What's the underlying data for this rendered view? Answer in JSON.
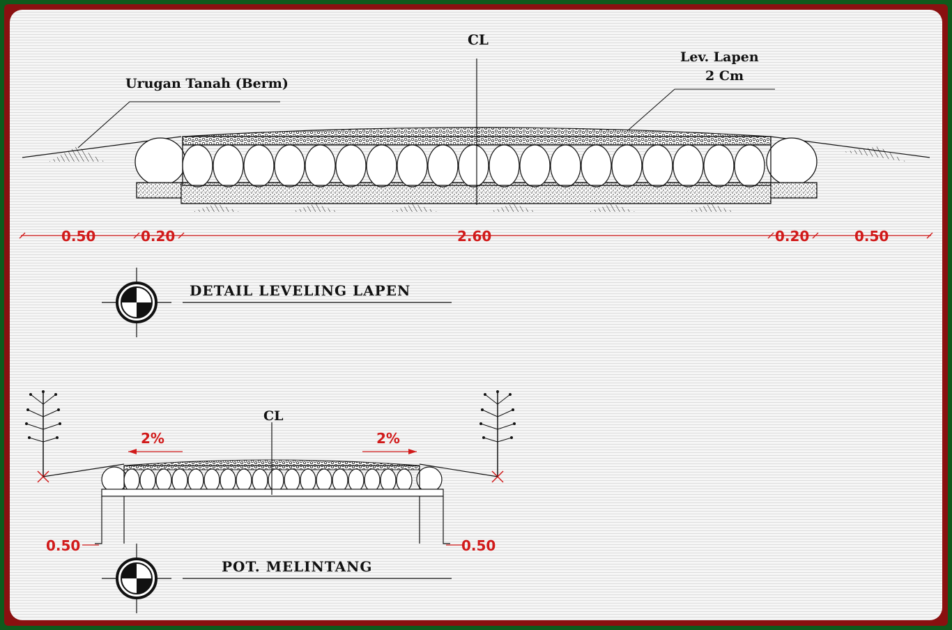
{
  "detail": {
    "cl_mark": "CL",
    "berm_label": "Urugan Tanah (Berm)",
    "lapen_label_1": "Lev.  Lapen",
    "lapen_label_2": "2 Cm",
    "dims": [
      "0.50",
      "0.20",
      "2.60",
      "0.20",
      "0.50"
    ],
    "title": "DETAIL  LEVELING  LAPEN"
  },
  "section": {
    "cl_mark": "CL",
    "slope_left": "2%",
    "slope_right": "2%",
    "dim_left": "0.50",
    "dim_right": "0.50",
    "title": "POT.  MELINTANG"
  },
  "colors": {
    "frame_outer": "#0f5a1c",
    "frame_inner": "#8a1010",
    "dimension": "#d11a1a",
    "ink": "#111111"
  }
}
